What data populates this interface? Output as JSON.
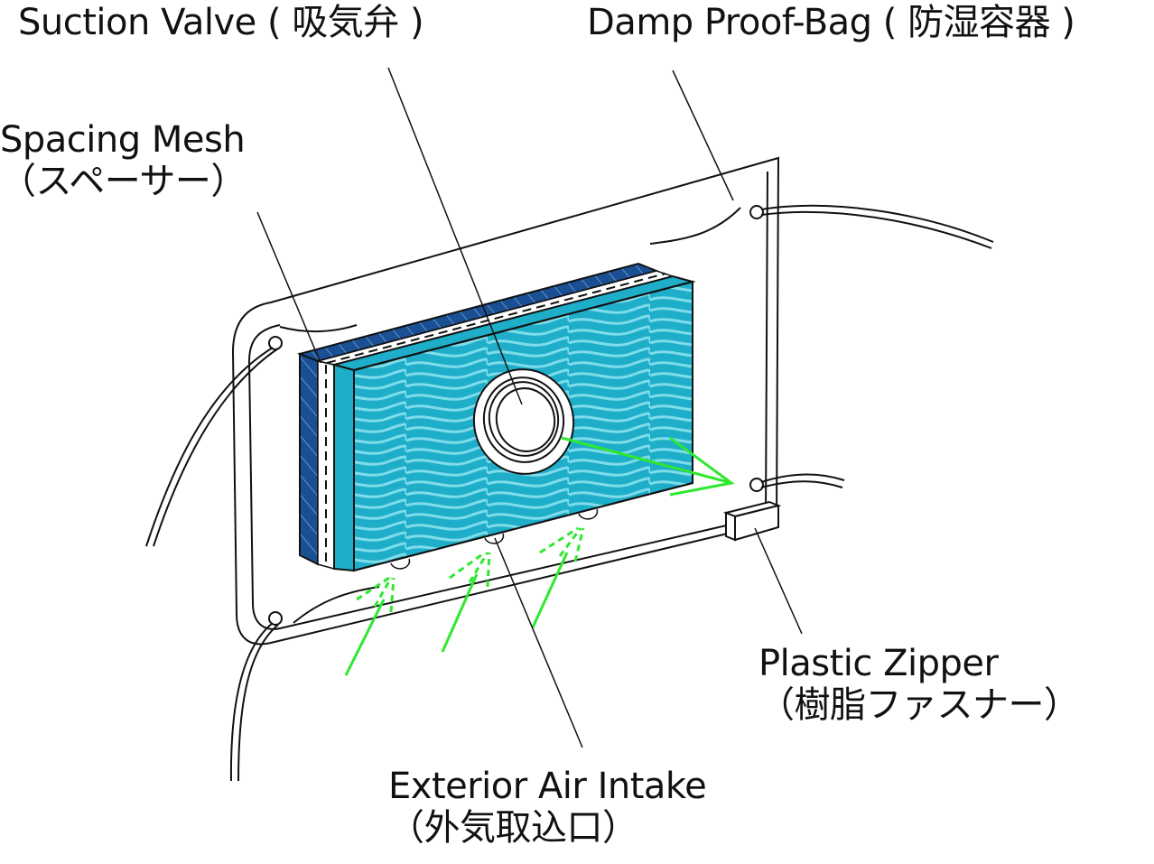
{
  "colors": {
    "line": "#111111",
    "filter_face": "#1faec9",
    "wave": "#7fdcea",
    "mesh": "#1a4f93",
    "arrow": "#2ee82e",
    "valve_inner": "#ffffff"
  },
  "labels": {
    "suction_valve": "Suction Valve ( 吸気弁 )",
    "damp_proof_bag": "Damp Proof-Bag ( 防湿容器 )",
    "spacing_mesh": [
      "Spacing Mesh",
      "（スペーサー）"
    ],
    "plastic_zipper": [
      "Plastic Zipper",
      "（樹脂ファスナー）"
    ],
    "exterior_air_intake": [
      "Exterior Air Intake",
      "（外気取込口）"
    ]
  },
  "icons": {
    "valve": "suction-valve-icon",
    "zipper": "zipper-pull-icon",
    "airflow": "airflow-arrow-icon"
  }
}
